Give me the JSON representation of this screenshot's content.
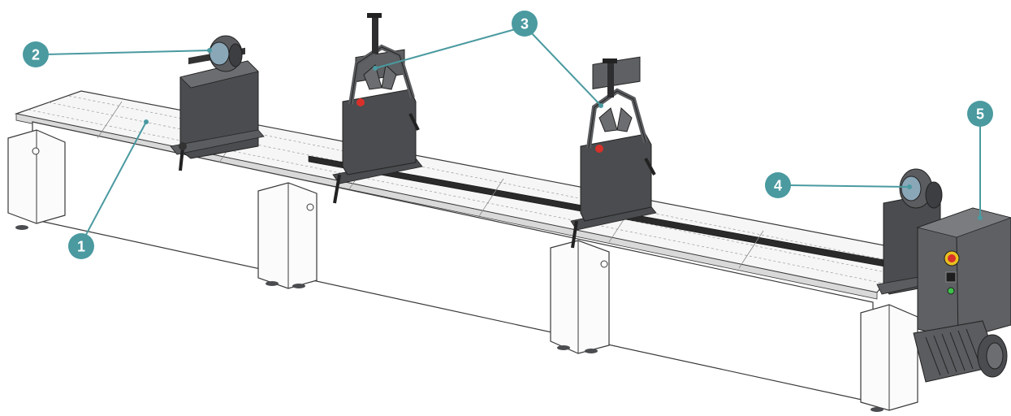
{
  "callouts": [
    {
      "id": "1",
      "label": "1"
    },
    {
      "id": "2",
      "label": "2"
    },
    {
      "id": "3",
      "label": "3"
    },
    {
      "id": "4",
      "label": "4"
    },
    {
      "id": "5",
      "label": "5"
    }
  ],
  "colors": {
    "callout_fill": "#4a9aa0",
    "leader_line": "#4a9aa0",
    "frame_fill": "#ffffff",
    "frame_stroke": "#3a3a3a",
    "metal_dark": "#4a4c4f",
    "metal_mid": "#6b6d70",
    "rail_dark": "#2a2a2a",
    "cabinet": "#5e6063",
    "estop_red": "#d8302a",
    "estop_yellow": "#e8c020",
    "led_green": "#3cc24a"
  },
  "icons": [
    "welding-positioner-machine",
    "callout-badge"
  ]
}
